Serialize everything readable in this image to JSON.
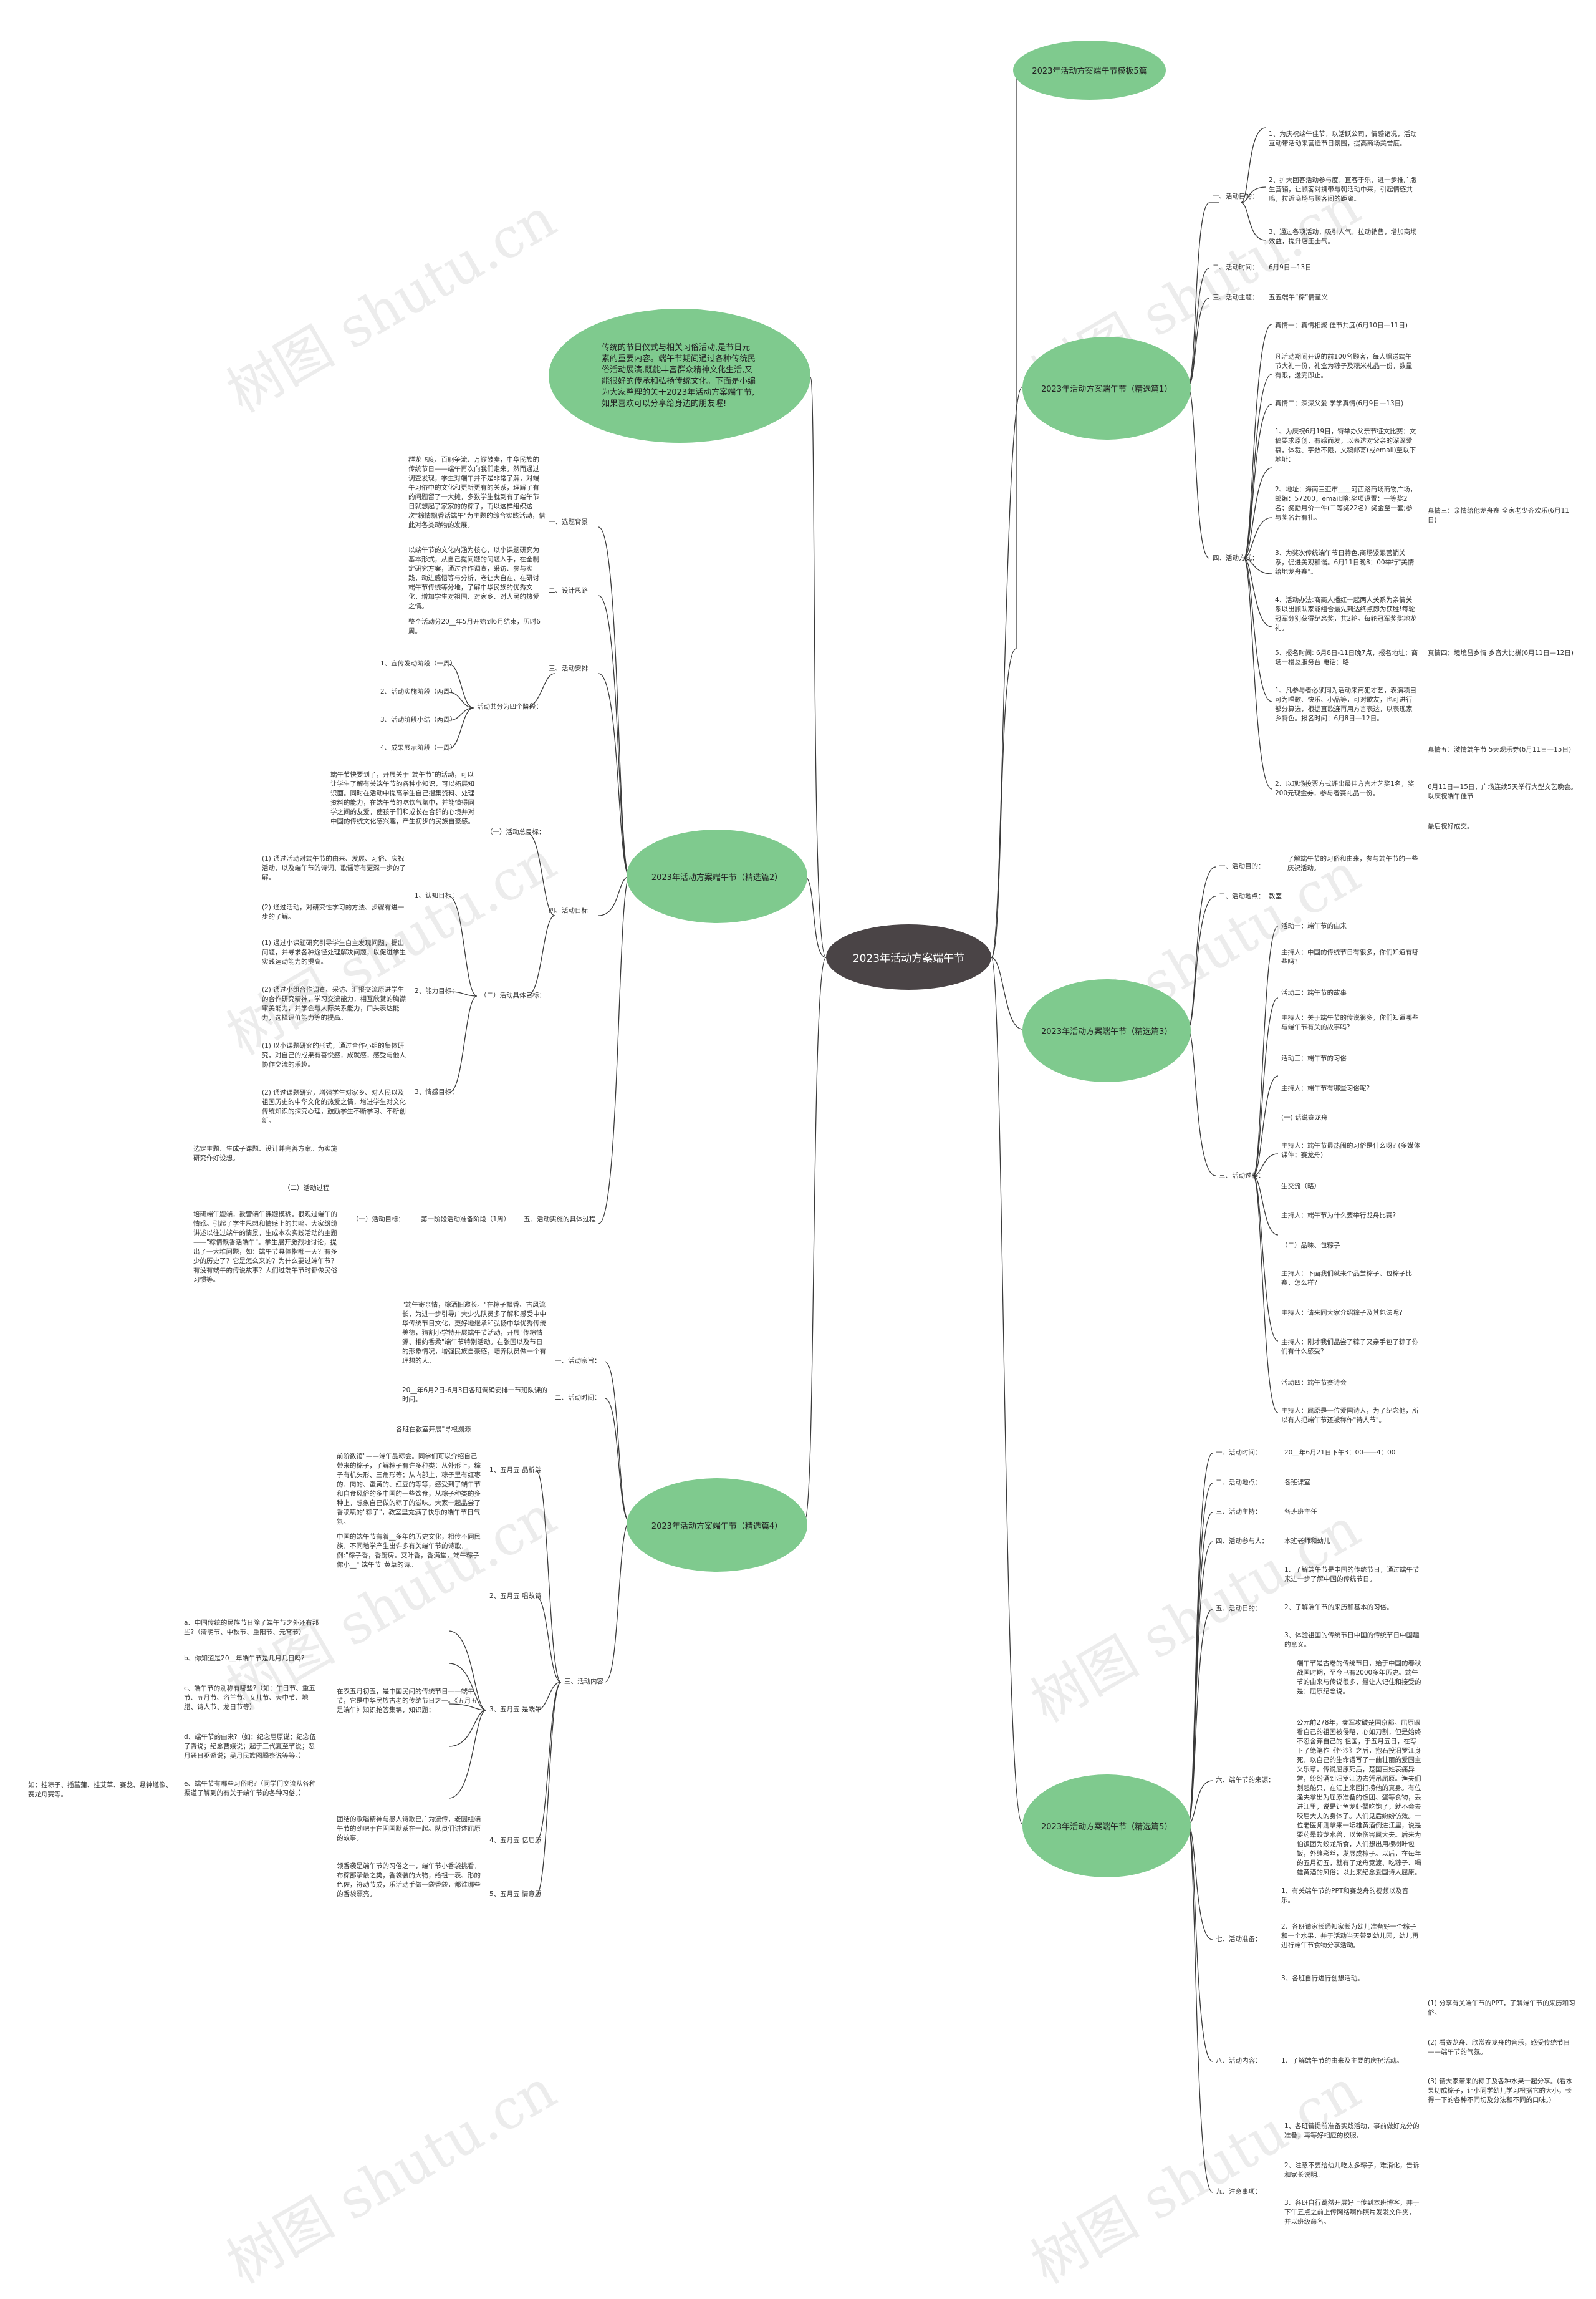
{
  "center": "2023年活动方案端午节",
  "intro": "传统的节日仪式与相关习俗活动,是节日元素的重要内容。端午节期间通过各种传统民俗活动展演,既能丰富群众精神文化生活,又能很好的传承和弘扬传统文化。下面是小编为大家整理的关于2023年活动方案端午节,如果喜欢可以分享给身边的朋友喔!",
  "watermark": "树图 shutu.cn",
  "branches": {
    "b0": "2023年活动方案端午节模板5篇",
    "b1": "2023年活动方案端午节（精选篇1）",
    "b2": "2023年活动方案端午节（精选篇2）",
    "b3": "2023年活动方案端午节（精选篇3）",
    "b4": "2023年活动方案端午节（精选篇4）",
    "b5": "2023年活动方案端午节（精选篇5）"
  },
  "p1": {
    "purpose": "一、活动目的：",
    "purpose_items": [
      "1、为庆祝端午佳节，以活跃公司，情感诸况，活动互动带活动来营造节日氛围，提高商场美誉度。",
      "2、扩大团客活动参与度，直客于乐，进一步推广版生营销，让顾客对携带与朝活动中来，引起情感共鸣，拉近商场与顾客间的距离。",
      "3、通过各项活动，吸引人气，拉动销售，增加商场效益，提升店王士气。"
    ],
    "time_label": "二、活动时间：",
    "time_value": "6月9日—13日",
    "theme_label": "三、活动主题：",
    "theme_value": "五五端午“粽”情童义",
    "method_label": "四、活动方式：",
    "method_items": [
      "真情一：真情相聚 佳节共度(6月10日—11日)",
      "凡活动期间开设的前100名顾客，每人赠送端午节大礼一份，礼盒为粽子及糯米礼品一份，数量有限，送完即止。",
      "真情二：深深父爱 学学真情(6月9日—13日)",
      "1、为庆祝6月19日，特举办父亲节征文比赛：文稿要求原创，有感而发，以表达对父亲的深深爱慕，体裁、字数不限，文稿邮寄(或email)至以下地址：",
      "2、地址：海南三亚市____河西路商场商物广场，邮编：57200，email:略;奖项设置：一等奖2名；奖励月价一件(二等奖22名）奖金至一套;参与奖名若有礼。",
      "3、为奖次传统端午节日特色,商场紧跟营销关系，促进美观和谐。6月11日晚8：00举行\"美情给地龙舟赛\"。",
      "4、活动办法:商商人播红一起两人关系为亲情关系以出顾队家能组合最先到达终点即为获胜!每轮冠军分别获得纪念奖，共2轮。每轮冠军奖奖地龙礼。",
      "5、报名时间: 6月8日-11日晚7点，报名地址：商场一楼总服务台 电话：略",
      "1、凡参与者必须同为活动来商犯才艺，表演项目可为唱歌、快乐、小品等，可对歌友，也可进行部分算选，根据直歌连再用方言表达，以表现家乡特色。报名时间：6月8日—12日。",
      "2、以现场投票方式评出最佳方言才艺奖1名，奖200元现金券，参与者赛礼品一份。"
    ],
    "right_notes": [
      "真情三：亲情给他龙舟赛 全家老少齐欢乐(6月11日)",
      "真情四：境境昌乡情 乡音大比拼(6月11日—12日)",
      "真情五：激情端午节 5天观乐券(6月11日—15日)",
      "6月11日—15日，广场连续5天举行大型文艺晚会。以庆祝端午佳节",
      "最后祝好成交。"
    ]
  },
  "p2": {
    "sections": [
      "一、选题背景",
      "二、设计思路",
      "三、活动安排",
      "四、活动目标",
      "五、活动实施的具体过程"
    ],
    "bg_text": "群龙飞度、百舸争流、万锣鼓奏，中华民族的传统节日——端午再次向我们走来。然而通过调查发现，学生对端午并不是非常了解，对端午习俗中的文化和更新更有的关系，理解了有的问题留了一大摊，多数学生就到有了端午节日就想起了家家的的粽子，而以这样组织这次\"粽情飘香话端午\"为主题的综合实践活动，借此对各类动物的发展。",
    "design_text": "以端午节的文化内涵为核心，以小课题研究为基本形式，从自己提问题的问题入手，在全制定研究方案，通过合作调查，采访、参与实践，动进感悟等与分析，老让大自在、在研讨端午节传统等分地，了解中华民族的优秀文化，增加学生对祖国、对家乡、对人民的热爱之情。",
    "schedule_text": "整个活动分20__年5月开始到6月结束，历时6周。",
    "phase_label": "活动共分为四个阶段：",
    "phases": [
      "1、宣传发动阶段（一周）",
      "2、活动实施阶段（两周）",
      "3、活动阶段小结（两周）",
      "4、成果展示阶段（一周）"
    ],
    "goal_overall": "（一）活动总目标：",
    "goal_overall_text": "端午节快要到了，开展关于\"端午节\"的活动，可以让学生了解有关端午节的各种小知识，可以拓展知识面。同时在活动中提高学生自己搜集资料、处理资料的能力，在端午节的吃饮气氛中，并能懂得同学之间的友爱，使孩子们和成长在合群的心境并对中国的传统文化感兴趣，产生初步的民族自豪感。",
    "goal_specific": "（二）活动具体目标：",
    "goal_groups": [
      "1、认知目标：",
      "2、能力目标：",
      "3、情感目标："
    ],
    "goal_items": [
      "(1) 通过活动对端午节的由来、发展、习俗、庆祝活动、以及端午节的诗词、歌谣等有更深一步的了解。",
      "(2) 通过活动，对研究性学习的方法、步骤有进一步的了解。",
      "(1) 通过小课题研究引导学生自主发现问题，提出问题，并寻求各种途径处理解决问题，以促进学生实践运动能力的提高。",
      "(2) 通过小组合作调查、采访、汇报交流原进学生的合作研究精神，学习交流能力，相互欣赏的胸襟审美能力，并学会与人际关系能力，口头表达能力，选择评价能力等的提高。",
      "(1) 以小课题研究的形式，通过合作小组的集体研究，对自己的成果有喜悦感，成就感，感受与他人协作交流的乐趣。",
      "(2) 通过课题研究，增强学生对家乡、对人民以及祖国历史的中华文化的热爱之情，增进学生对文化传统知识的探究心理，鼓励学生不断学习、不断创新。"
    ],
    "process_label": "（二）活动过程",
    "process_text1": "选定主题、生成子课题、设计并完善方案。为实施研究作好设想。",
    "process_stage": "第一阶段活动准备阶段（1周）",
    "process_goal": "（一）活动目标：",
    "process_text2": "培研端午题端，欲营端午课题模糊。很观过端午的情感。引起了学生思想和情感上的共鸣。大家纷纷讲述以往过端午的情景，生成本次实践活动的主题——\"粽情飘香话端午\"。学生展开激烈地讨论，提出了一大堆问题，如：端午节具体指哪一天？有多少的历史了？它是怎么来的？为什么要过端午节？有没有端午的传说故事？人们过端午节时都做民俗习惯等。"
  },
  "p3": {
    "purpose_label": "一、活动目的：",
    "purpose_text": "了解端午节的习俗和由来，参与端午节的一些庆祝活动。",
    "place_label": "二、活动地点：",
    "place_value": "教室",
    "process_label": "三、活动过程：",
    "steps": [
      "活动一：端午节的由来",
      "主持人：中国的传统节日有很多，你们知道有哪些吗?",
      "活动二：端午节的故事",
      "主持人：关于端午节的传说很多，你们知道哪些与端午节有关的故事吗?",
      "活动三：端午节的习俗",
      "主持人：端午节有哪些习俗呢?",
      "(一) 话说赛龙舟",
      "主持人：端午节最热闹的习俗是什么呀? (多媒体课件：赛龙舟)",
      "生交流（略）",
      "主持人：端午节为什么要举行龙舟比赛?",
      "（二）品味、包粽子",
      "主持人：下面我们就来个品尝粽子、包粽子比赛，怎么样?",
      "主持人：请来同大家介绍粽子及其包法呢?",
      "主持人：刚才我们品尝了粽子又亲手包了粽子你们有什么感受?",
      "活动四：端午节赛诗会",
      "主持人：屈原是一位爱国诗人，为了纪念他，所以有人把端午节还被称作\"诗人节\"。"
    ]
  },
  "p4": {
    "intent_label": "一、活动宗旨：",
    "intent_text": "\"端午寄亲情，粽洒旧邀长。\"在粽子飘香、古风流长，为进一步引导广大少先队员多了解和感受中中华传统节日文化，更好地继承和弘扬中华优秀传统美德，猜割小学特开展端午节活动，开展\"传粽情源、相约香柔\"端午节特别活动。在张国以及节日的形象情况，增强民族自豪感，培养队员做一个有理想的人。",
    "time_label": "二、活动时间：",
    "time_text": "20__年6月2日-6月3日各班调确安排一节班队课的时间。",
    "content_label": "三、活动内容",
    "sub_labels": [
      "1、五月五 品析端",
      "2、五月五 唱故诗",
      "3、五月五 是端午",
      "4、五月五 忆屈原",
      "5、五月五 情意愿"
    ],
    "sub_texts": [
      "各班在教室开展\"寻根溯源",
      "前阶数馆\"——端午品粽会。同学们可以介绍自己带来的粽子，了解粽子有许多种类：从外形上，粽子有机头形、三角形等；从内部上，粽子里有红枣的、肉的、蛋黄的、红豆的等等，感受到了端午节和自食风俗的多中国的一些饮食，从粽子种类的多种上，想象自已做的粽子的滋味。大家一起品尝了香喷喷的\"粽子\"，教室里充满了快乐的端午节日气氛。",
      "中国的端午节有着__多年的历史文化，相传不同民族，不同地学产生出许多有关端午节的诗歌，例:\"粽子香，香厨房。艾叶香，香满堂，端午粽子你小__\" 端午节\"黄草的诗。",
      "在农五月初五，是中国民间的传统节日——端午节，它是中华民族古老的传统节日之一。《五月五是端午》知识抢答集锦，知识题：",
      "团结的歌唱精神与感人诗歌已广为流传，老因组端午节的劲吧于在固国默系在一起。队员们讲述屈原的故事。",
      "领香袭是端午节的习俗之一，端午节小香袋挑看，布粽部挚最之类，香袋装的大物，给祖一表、形的色佐，符动节成，乐活动手做一袋香袋，都谁哪些的香袋漂亮。"
    ],
    "quiz": [
      "a、中国传统的民族节日除了端午节之外还有那些?（清明节、中秋节、重阳节、元宵节）",
      "b、你知道是20__年端午节是几月几日吗?",
      "c、端午节的别称有哪些?（如：午日节、重五节、五月节、浴兰节、女儿节、天中节、地腊、诗人节、龙日节等）",
      "d、端午节的由来?（如：纪念屈原说；纪念伍子胥说；纪念曹娥说；起于三代夏至节说；恶月恶日驱避说；吴月民族图腾祭说等等。）",
      "e、端午节有哪些习俗呢?（同学们交流从各种渠道了解到的有关于端午节的各种习俗。）"
    ],
    "quiz_answer": "如：挂粽子、插菖蒲、挂艾草、赛龙、悬钟馗像、赛龙舟赛等。"
  },
  "p5": {
    "time_label": "一、活动时间：",
    "time_value": "20__年6月21日下午3：00——4：00",
    "place_label": "二、活动地点：",
    "place_value": "各班课室",
    "host_label": "三、活动主持：",
    "host_value": "各班班主任",
    "people_label": "四、活动参与人：",
    "people_value": "本班老师和幼儿",
    "purpose_label": "五、活动目的：",
    "purpose_items": [
      "1、了解端午节是中国的传统节日，通过端午节来进一步了解中国的传统节日。",
      "2、了解端午节的来历和基本的习俗。",
      "3、体验祖国的传统节日中国的传统节日中国趣的意义。"
    ],
    "origin_label": "六、端午节的来源：",
    "origin_texts": [
      "端午节是古老的传统节日，始于中国的春秋战国时期，至今已有2000多年历史。端午节的由来与传说很多，最让人记住和接受的是：屈原纪念说。",
      "公元前278年，秦军攻破楚国京都。屈原眼看自己的祖国被侵略，心如刀割，但是始终不忍舍弃自己的 祖国，于五月五日，在写下了绝笔作《怀沙》之后，抱石投汨罗江身死，以自己的生命谱写了一曲壮丽的爱国主义乐章。传说屈原死后，楚国百姓哀痛异常，纷纷涌到汨罗江边去凭吊屈原。渔夫们划起船只，在江上来回打捞他的真身。有位渔夫拿出为屈原准备的饭团、蛋等食物，丢进江里，说是让鱼龙虾蟹吃饱了，就不会去咬屈大夫的身体了。人们见后纷纷仿效。一位老医师则拿来一坛雄黄酒倒进江里，说是要药晕蛟龙水兽，以免伤害屈大夫。后来为怕饭团为蛟龙所食，人们想出用楝树叶包饭，外缠彩丝，发展成棕子。以后，在每年的五月初五，就有了龙舟竞渡、吃粽子、喝雄黄酒的风俗；以此来纪念爱国诗人屈原。"
    ],
    "prep_label": "七、活动准备：",
    "prep_items": [
      "1、有关端午节的PPT和赛龙舟的视频以及音乐。",
      "2、各班请家长通知家长为幼儿准备好一个粽子和一个水果，并于活动当天带到幼儿园，幼儿再进行端午节食物分享活动。",
      "3、各班自行进行创想活动。"
    ],
    "content_label": "八、活动内容：",
    "content_item": "1、了解端午节的由来及主要的庆祝活动。",
    "content_sub": [
      "(1) 分享有关端午节的PPT，了解端午节的来历和习俗。",
      "(2) 看赛龙舟、欣赏赛龙舟的音乐，感受传统节日——端午节的气氛。",
      "(3) 请大家带来的粽子及各种水果一起分享。(看水果切成粽子，让小同学幼儿学习根据它的大小，长得一下的各种不同切及分法和不同的口味。)"
    ],
    "notes_label": "九、注意事项：",
    "notes_items": [
      "1、各班请提前准备实践活动，事前做好充分的准备，再等好相应的校服。",
      "2、注意不要给幼儿吃太多粽子，难消化，告诉和家长说明。",
      "3、各班自行跳然开展好上传到本班博客，并于下午五点之前上传网络啊作照片发发文件夹，并以班级命名。"
    ]
  }
}
